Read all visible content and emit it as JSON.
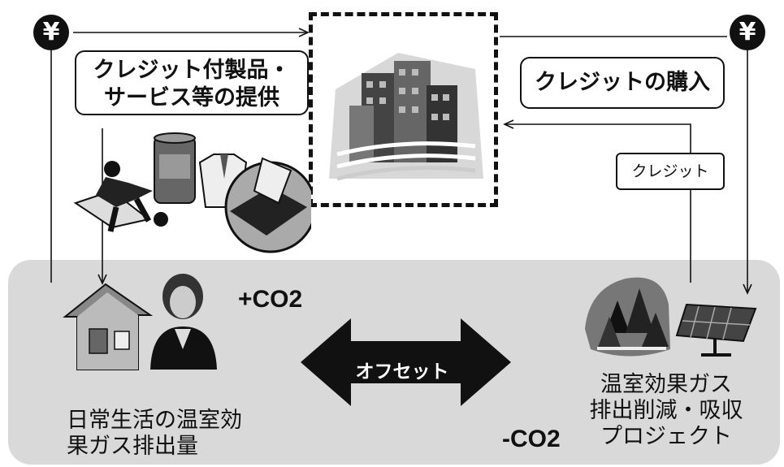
{
  "company": {
    "icon": "office-building-icon"
  },
  "left_box": {
    "line1": "クレジット付製品・",
    "line2": "サービス等の提供"
  },
  "right_box": {
    "label": "クレジットの購入"
  },
  "credit_tag": {
    "label": "クレジット"
  },
  "yen_symbol": "¥",
  "plus_co2": "+CO2",
  "minus_co2": "-CO2",
  "offset_label": "オフセット",
  "household_caption": {
    "line1": "日常生活の温室効",
    "line2": "果ガス排出量"
  },
  "project_caption": {
    "line1": "温室効果ガス",
    "line2": "排出削減・吸収",
    "line3": "プロジェクト"
  },
  "icons": {
    "products": [
      "soccer-player-icon",
      "can-icon",
      "shirt-icon",
      "printer-icon"
    ],
    "household": [
      "house-icon",
      "person-icon"
    ],
    "project": [
      "forest-icon",
      "solar-panel-icon"
    ]
  }
}
